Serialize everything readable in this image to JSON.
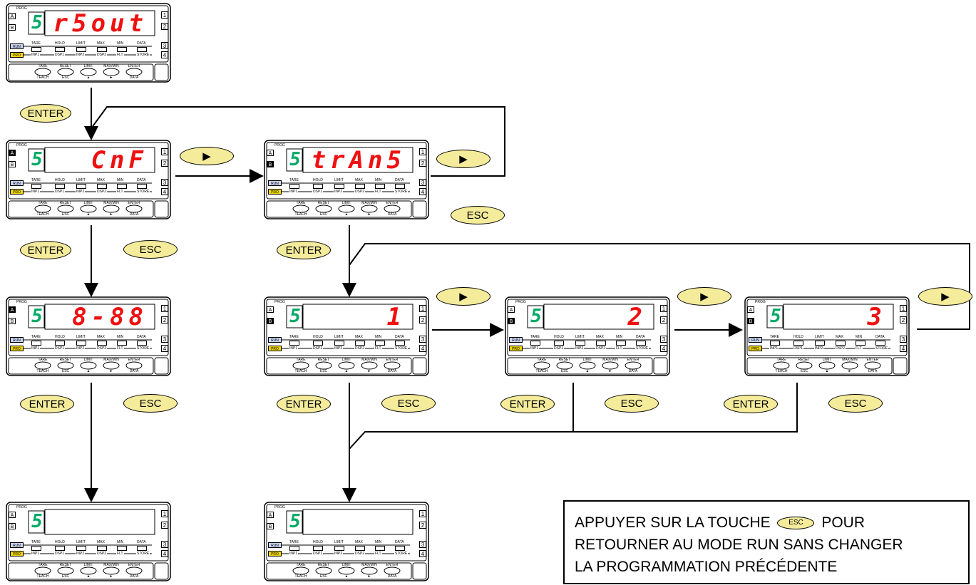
{
  "panel_labels": {
    "prog": "PROG",
    "a": "A",
    "b": "B",
    "s": "5",
    "nums": [
      "1",
      "2",
      "3",
      "4"
    ],
    "run": "RUN",
    "pro": "PRO",
    "row1": [
      "TARE",
      "HOLD",
      "LIMIT",
      "MAX",
      "MIN",
      "DATA"
    ],
    "row2": [
      "INP1",
      "DSP1",
      "INP2",
      "DSP2",
      "FLT",
      "STORE"
    ],
    "keys_top": [
      "TARE",
      "RESET",
      "LIMIT",
      "MAX/MIN",
      "ENTER"
    ],
    "keys_bottom": [
      "TEACH",
      "ESC",
      "▲",
      "►",
      "DATA"
    ]
  },
  "panels": [
    {
      "id": "p-rsout",
      "display": "r5out",
      "active": "none"
    },
    {
      "id": "p-cnf",
      "display": "CnF",
      "active": "A"
    },
    {
      "id": "p-trans",
      "display": "trAn5",
      "active": "B"
    },
    {
      "id": "p-888",
      "display": "8-88",
      "active": "A"
    },
    {
      "id": "p-1",
      "display": "1",
      "active": "B"
    },
    {
      "id": "p-2",
      "display": "2",
      "active": "B"
    },
    {
      "id": "p-3",
      "display": "3",
      "active": "B"
    },
    {
      "id": "p-store-a",
      "display": "",
      "active": "none"
    },
    {
      "id": "p-store-b",
      "display": "",
      "active": "none"
    }
  ],
  "buttons": {
    "enter": "ENTER",
    "esc": "ESC",
    "right_arrow": "▶"
  },
  "note": {
    "line1_before": "APPUYER SUR LA TOUCHE",
    "key": "ESC",
    "line1_after": "POUR",
    "line2": "RETOURNER AU MODE RUN SANS CHANGER",
    "line3": "LA PROGRAMMATION PRÉCÉDENTE"
  }
}
